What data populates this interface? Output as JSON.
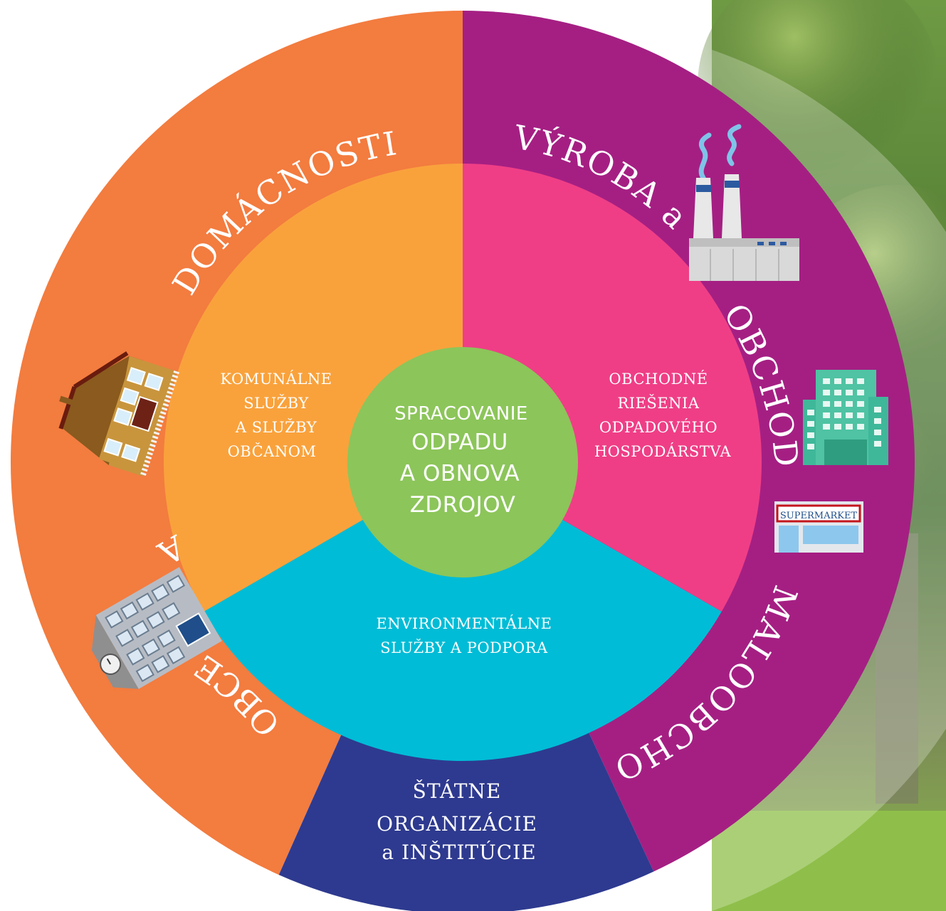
{
  "colors": {
    "outer_left": "#F37C3F",
    "outer_right": "#A51F83",
    "outer_bottom": "#2E3A8F",
    "inner_left": "#F9A23C",
    "inner_right": "#EF3E86",
    "inner_bottom": "#00BCD6",
    "center": "#8CC55A",
    "background_left": "#ffffff",
    "background_right": "#5e8a3a"
  },
  "outer_ring": {
    "households": "DOMÁCNOSTI",
    "municipalities_a": "A",
    "municipalities": "OBCE",
    "production": "VÝROBA a",
    "trade": "OBCHOD a",
    "retail": "MALOOBCHOD",
    "state": [
      "ŠTÁTNE",
      "ORGANIZÁCIE",
      "a INŠTITÚCIE"
    ]
  },
  "inner_ring": {
    "left": [
      "KOMUNÁLNE",
      "SLUŽBY",
      "A SLUŽBY",
      "OBČANOM"
    ],
    "right": [
      "OBCHODNÉ",
      "RIEŠENIA",
      "ODPADOVÉHO",
      "HOSPODÁRSTVA"
    ],
    "bottom": [
      "ENVIRONMENTÁLNE",
      "SLUŽBY A PODPORA"
    ]
  },
  "center": [
    "SPRACOVANIE",
    "ODPADU",
    "A OBNOVA",
    "ZDROJOV"
  ],
  "icons": {
    "house": "house-icon",
    "town_hall": "town-hall-icon",
    "factory": "factory-icon",
    "office": "office-building-icon",
    "supermarket": "supermarket-icon",
    "supermarket_sign": "SUPERMARKET"
  }
}
